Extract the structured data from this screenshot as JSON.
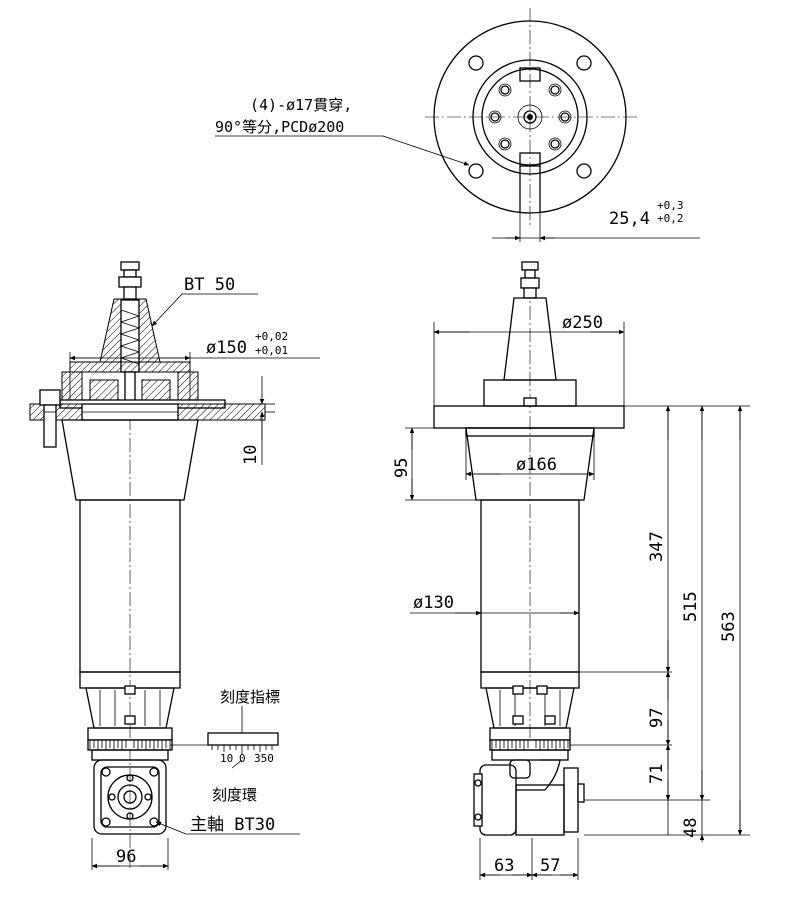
{
  "labels": {
    "bolt_holes_line1": "(4)-ø17貫穿,",
    "bolt_holes_line2": "90°等分,PCDø200",
    "slot_width": "25,4",
    "slot_tol_upper": "+0,3",
    "slot_tol_lower": "+0,2",
    "taper": "BT 50",
    "pilot_dia": "ø150",
    "pilot_tol_upper": "+0,02",
    "pilot_tol_lower": "+0,01",
    "flange_thickness": "10",
    "flange_dia": "ø250",
    "upper_body_height": "95",
    "upper_body_dia": "ø166",
    "lower_body_dia": "ø130",
    "body_length": "347",
    "to_spindle_length": "515",
    "overall_length": "563",
    "neck_length": "97",
    "dial_to_head": "71",
    "head_offset": "48",
    "head_width": "96",
    "head_left": "63",
    "head_right": "57",
    "scale_indicator": "刻度指標",
    "scale_ring": "刻度環",
    "spindle": "主軸 BT30",
    "scale_ticks": [
      "10",
      "0",
      "350"
    ]
  }
}
